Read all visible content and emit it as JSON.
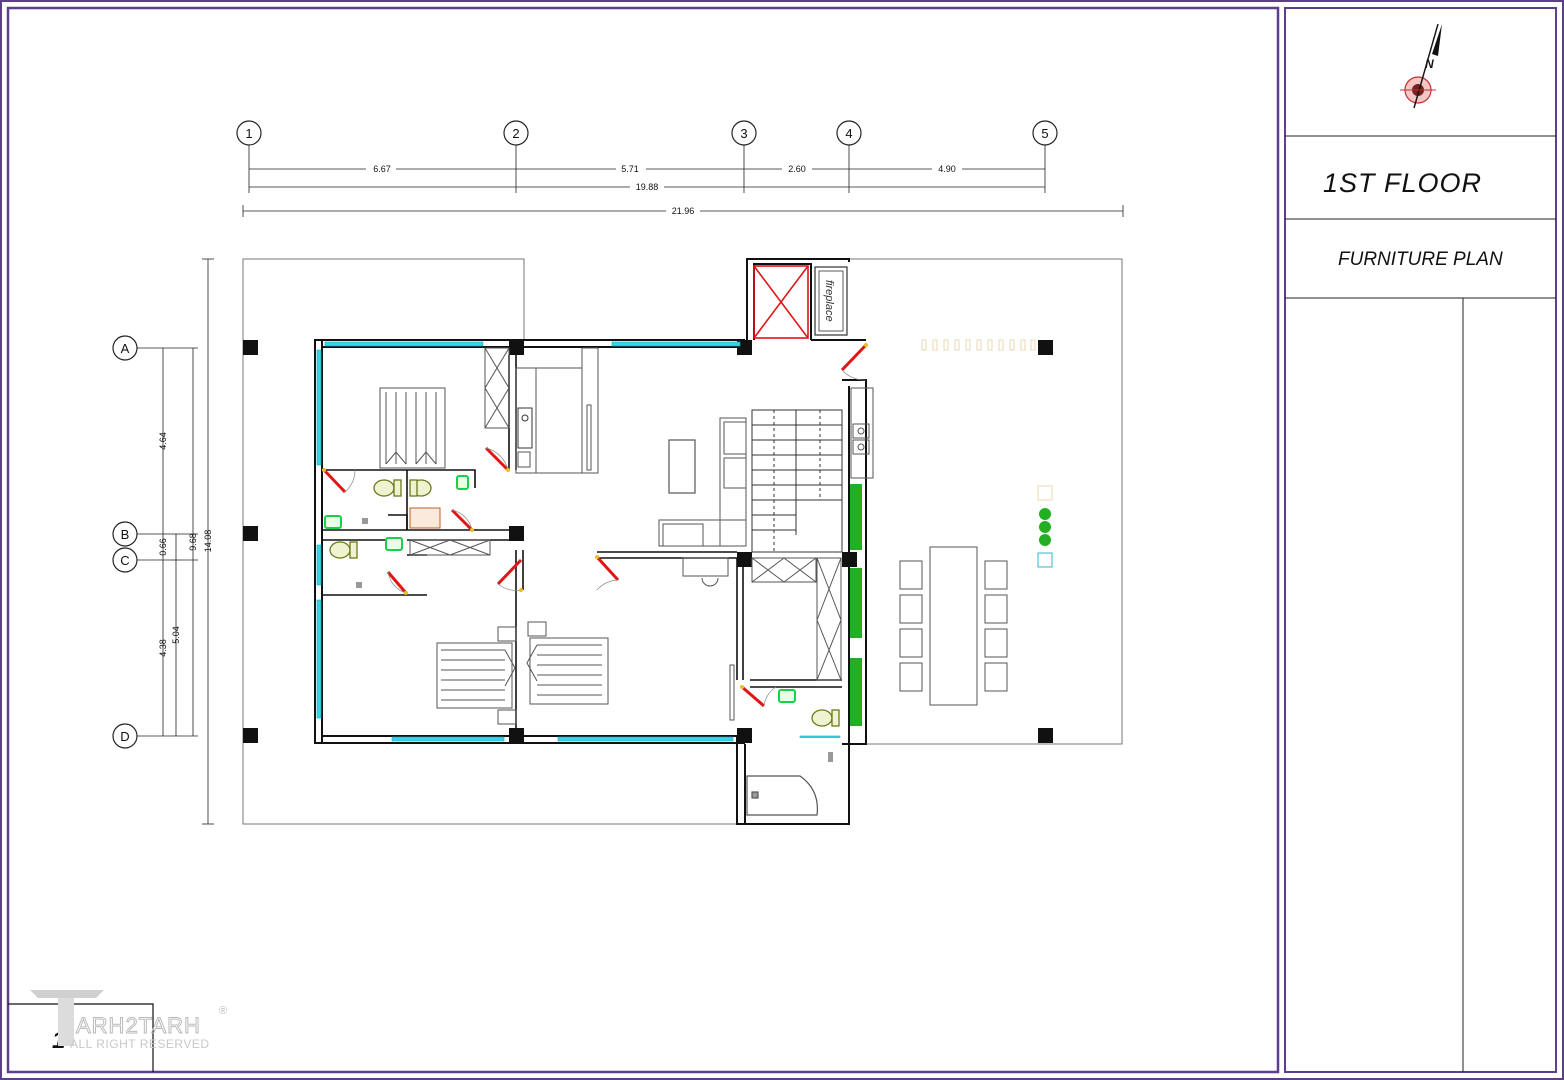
{
  "title_block": {
    "floor": "1ST  FLOOR",
    "drawing_type": "FURNITURE PLAN",
    "north_label": "N",
    "sheet_number": "1"
  },
  "grid_columns": [
    "1",
    "2",
    "3",
    "4",
    "5"
  ],
  "grid_rows": [
    "A",
    "B",
    "C",
    "D"
  ],
  "dimensions": {
    "horizontal_segments": [
      "6.67",
      "5.71",
      "2.60",
      "4.90"
    ],
    "horizontal_partial_total": "19.88",
    "horizontal_total": "21.96",
    "vertical_segments": [
      "4.64",
      "0.66",
      "4.38"
    ],
    "vertical_sub": [
      "9.68",
      "5.04"
    ],
    "vertical_total": "14.08"
  },
  "labels": {
    "fireplace": "fireplace"
  },
  "watermark": {
    "brand": "ARH2TARH",
    "rights": "ALL RIGHT RESERVED",
    "registered": "®"
  },
  "colors": {
    "frame": "#5b3f8c",
    "window": "#36d6e8",
    "door": "#e01515",
    "plant": "#22b022",
    "fixture": "#19d04a",
    "toilet": "#8a9a2a"
  }
}
